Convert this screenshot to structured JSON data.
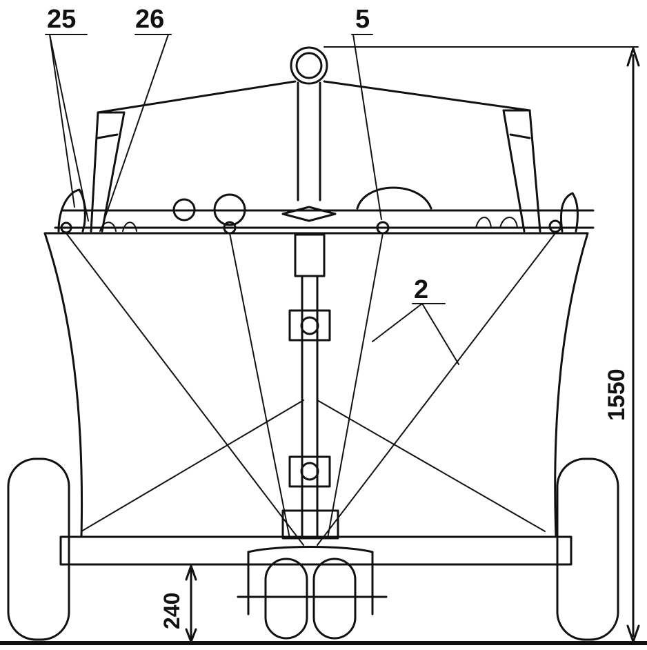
{
  "callouts": {
    "part_25": "25",
    "part_26": "26",
    "part_5": "5",
    "part_2": "2"
  },
  "dimensions": {
    "overall_height": "1550",
    "ground_clearance": "240"
  },
  "colors": {
    "ink": "#111111",
    "paper": "#ffffff"
  }
}
